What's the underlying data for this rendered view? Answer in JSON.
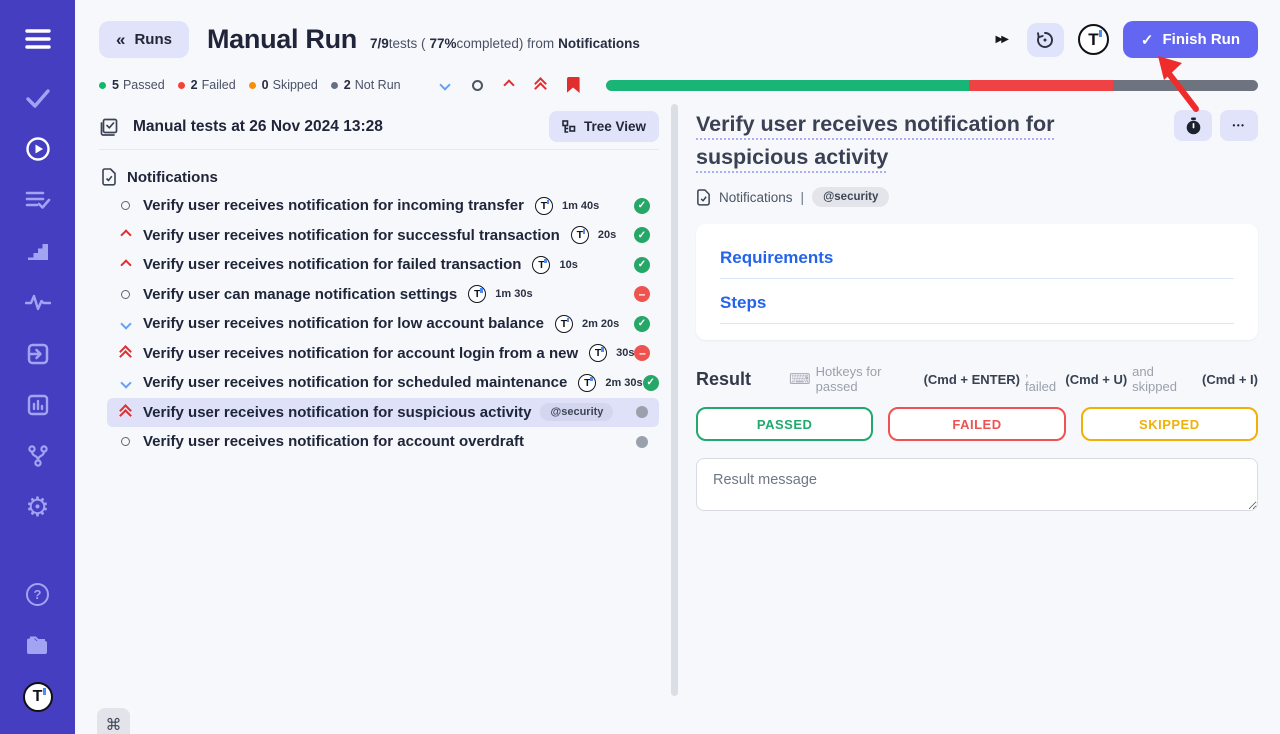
{
  "colors": {
    "accent": "#6366F1",
    "sidebar": "#453EC0",
    "passed": "#19B576",
    "failed": "#EE4245",
    "skipped": "#F79009",
    "not_run": "#6E7380",
    "selected_row": "#DEE1F8",
    "section_link": "#2563EB"
  },
  "icons": {
    "back_chevron": "«",
    "check": "✓",
    "fast_forward": "▶▶",
    "ellipsis": "•••",
    "keyboard": "⌨",
    "command": "⌘",
    "gear": "⚙",
    "help": "?",
    "logo_letter": "T",
    "pipe": "|"
  },
  "header": {
    "back_label": "Runs",
    "title": "Manual Run",
    "progress_fraction": "7/9",
    "progress_text_1": "tests (",
    "progress_percent": "77%",
    "progress_text_2": "completed) from",
    "suite_name": "Notifications",
    "finish_label": "Finish Run"
  },
  "summary": {
    "items": [
      {
        "count": "5",
        "label": "Passed"
      },
      {
        "count": "2",
        "label": "Failed"
      },
      {
        "count": "0",
        "label": "Skipped"
      },
      {
        "count": "2",
        "label": "Not Run"
      }
    ]
  },
  "progress_bar": {
    "passed_pct": 55.6,
    "failed_pct": 22.2,
    "not_run_pct": 22.2
  },
  "run_panel": {
    "header": "Manual tests at 26 Nov 2024 13:28",
    "tree_view_label": "Tree View",
    "suite": "Notifications",
    "rows": [
      {
        "title": "Verify user receives notification for incoming transfer",
        "duration": "1m 40s",
        "priority": "normal",
        "status": "passed"
      },
      {
        "title": "Verify user receives notification for successful transaction",
        "duration": "20s",
        "priority": "high",
        "status": "passed"
      },
      {
        "title": "Verify user receives notification for failed transaction",
        "duration": "10s",
        "priority": "high",
        "status": "passed"
      },
      {
        "title": "Verify user can manage notification settings",
        "duration": "1m 30s",
        "priority": "normal",
        "status": "failed"
      },
      {
        "title": "Verify user receives notification for low account balance",
        "duration": "2m 20s",
        "priority": "low",
        "status": "passed"
      },
      {
        "title": "Verify user receives notification for account login from a new",
        "duration": "30s",
        "priority": "critical",
        "status": "failed"
      },
      {
        "title": "Verify user receives notification for scheduled maintenance",
        "duration": "2m 30s",
        "priority": "low",
        "status": "passed"
      },
      {
        "title": "Verify user receives notification for suspicious activity",
        "tag": "@security",
        "priority": "critical",
        "status": "not_run",
        "selected": true
      },
      {
        "title": "Verify user receives notification for account overdraft",
        "priority": "normal",
        "status": "not_run"
      }
    ]
  },
  "detail": {
    "title": "Verify user receives notification for suspicious activity",
    "breadcrumb_suite": "Notifications",
    "tag": "@security",
    "sections": {
      "requirements": "Requirements",
      "steps": "Steps"
    },
    "result_label": "Result",
    "hotkeys": {
      "t1": "Hotkeys for passed",
      "k1": "(Cmd + ENTER)",
      "t2": ", failed",
      "k2": "(Cmd + U)",
      "t3": "and skipped",
      "k3": "(Cmd + I)"
    },
    "outcomes": {
      "passed": "PASSED",
      "failed": "FAILED",
      "skipped": "SKIPPED"
    },
    "message_placeholder": "Result message"
  },
  "footer": {
    "command_key": "⌘"
  }
}
